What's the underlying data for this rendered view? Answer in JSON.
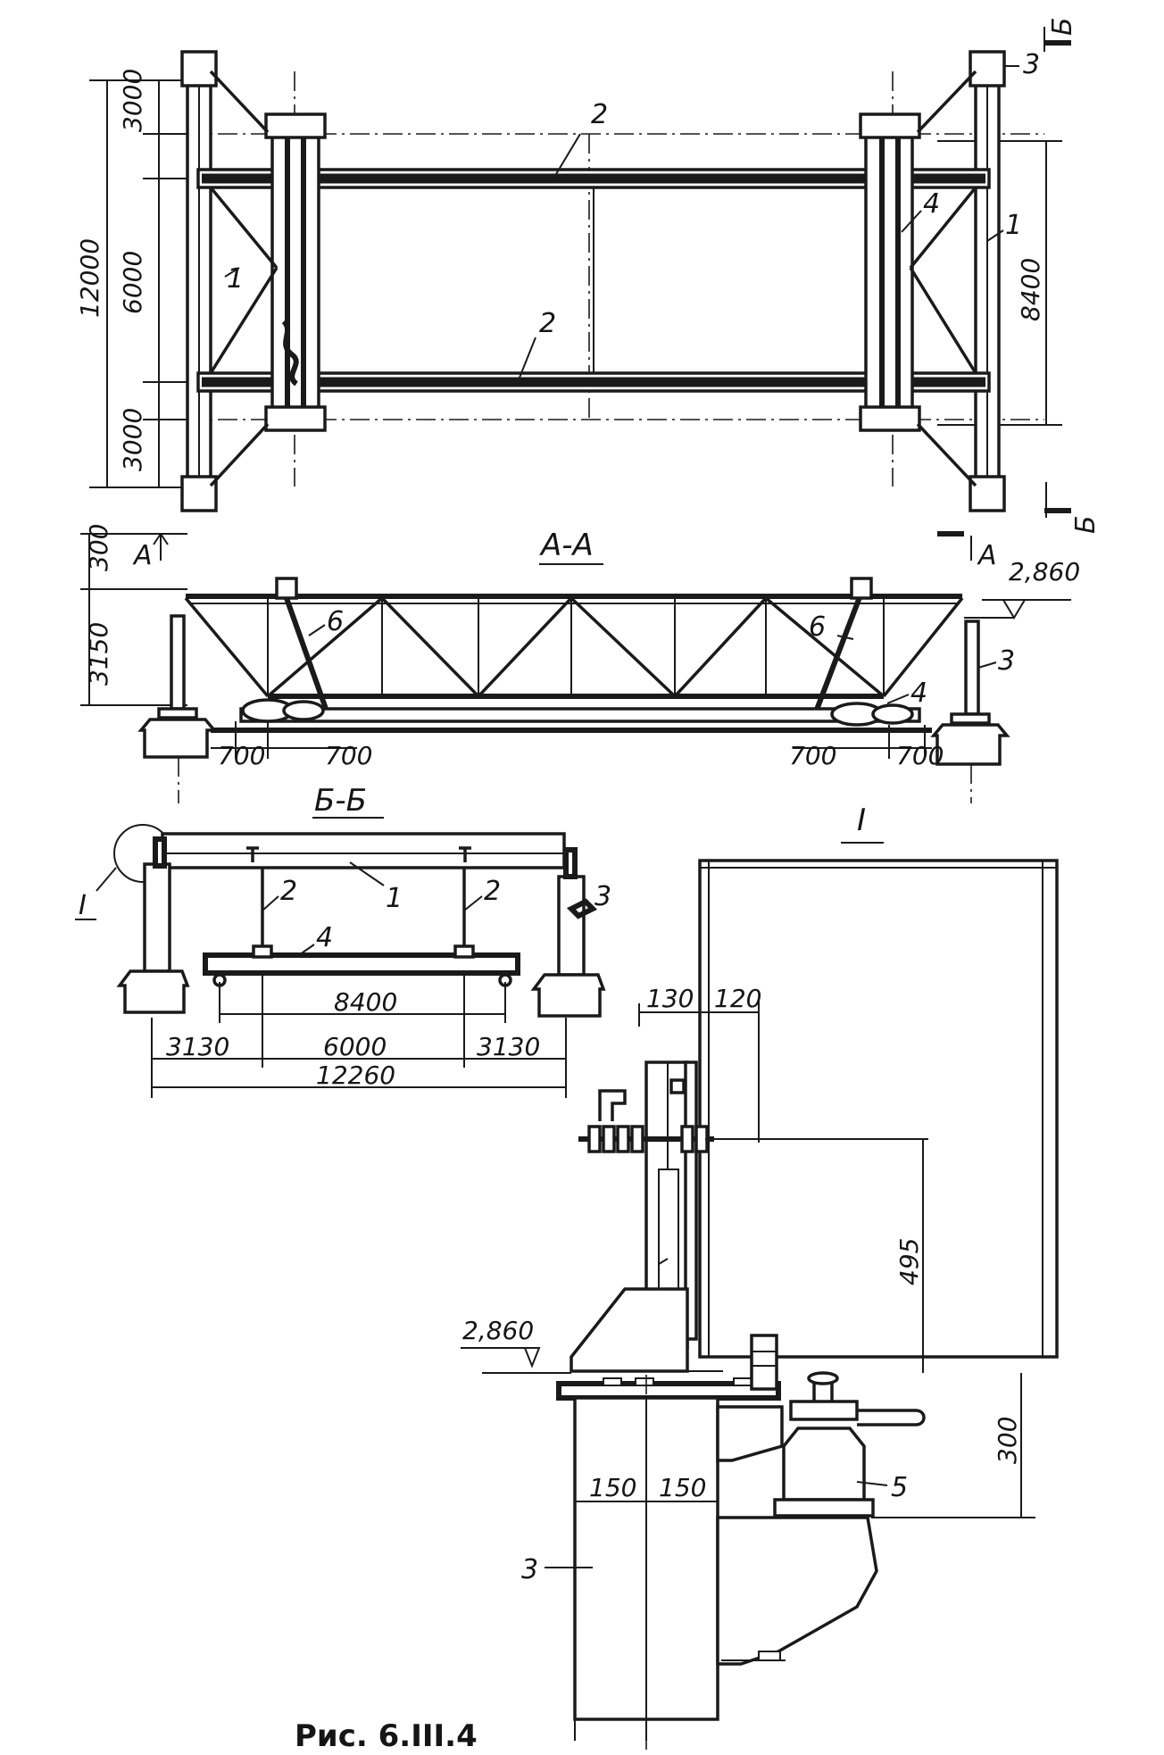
{
  "plan": {
    "dims_left": [
      "3000",
      "6000",
      "3000"
    ],
    "dim_total": "12000",
    "dim_right": "8400",
    "tag_1_left": "1",
    "tag_1_right": "1",
    "tag_2_top": "2",
    "tag_2_bottom": "2",
    "tag_3": "3",
    "tag_4": "4",
    "section_mark_top": "Б",
    "section_mark_bottom": "Б"
  },
  "section_aa": {
    "title": "А-А",
    "mark_left": "А",
    "mark_right": "А",
    "dim_300": "300",
    "dim_3150": "3150",
    "level": "2,860",
    "tag_6_left": "6",
    "tag_6_right": "6",
    "tag_3": "3",
    "tag_4": "4",
    "dims_bottom": [
      "700",
      "700",
      "700",
      "700"
    ]
  },
  "section_bb": {
    "title": "Б-Б",
    "tag_I": "I",
    "tag_1": "1",
    "tag_2a": "2",
    "tag_2b": "2",
    "tag_3": "3",
    "tag_4": "4",
    "dim_8400": "8400",
    "dims_row": [
      "3130",
      "6000",
      "3130"
    ],
    "dim_total": "12260"
  },
  "detail_I": {
    "title": "I",
    "dim_130": "130",
    "dim_120": "120",
    "dim_495": "495",
    "level": "2,860",
    "dim_300": "300",
    "dim_150a": "150",
    "dim_150b": "150",
    "tag_3": "3",
    "tag_5": "5"
  },
  "caption": {
    "text": "Рис. 6.III.4"
  }
}
